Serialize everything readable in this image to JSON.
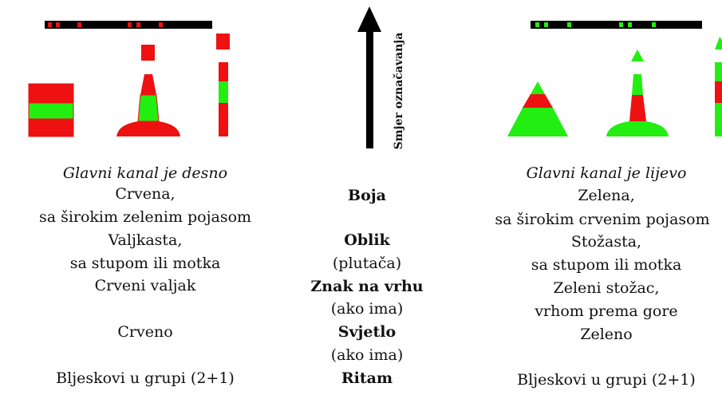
{
  "direction_label": "Smjer označavanja",
  "left": {
    "heading": "Glavni kanal je desno",
    "colour": "Crvena,",
    "colour_detail": "sa širokim zelenim pojasom",
    "shape": "Valjkasta,",
    "shape_detail": "sa stupom ili motka",
    "topmark": "Crveni valjak",
    "light": "Crveno",
    "rhythm": "Bljeskovi u grupi (2+1)"
  },
  "center": {
    "colour": "Boja",
    "shape": "Oblik",
    "shape_note": "(plutača)",
    "topmark": "Znak na vrhu",
    "topmark_note": "(ako ima)",
    "light": "Svjetlo",
    "light_note": "(ako ima)",
    "rhythm": "Ritam"
  },
  "right": {
    "heading": "Glavni kanal je lijevo",
    "colour": "Zelena,",
    "colour_detail": "sa širokim crvenim pojasom",
    "shape": "Stožasta,",
    "shape_detail": "sa stupom ili motka",
    "topmark": "Zeleni stožac,",
    "topmark_detail": "vrhom prema gore",
    "light": "Zeleno",
    "rhythm": "Bljeskovi u grupi (2+1)"
  },
  "colors": {
    "red": "#ee1111",
    "green": "#22ee11",
    "black": "#000000"
  }
}
